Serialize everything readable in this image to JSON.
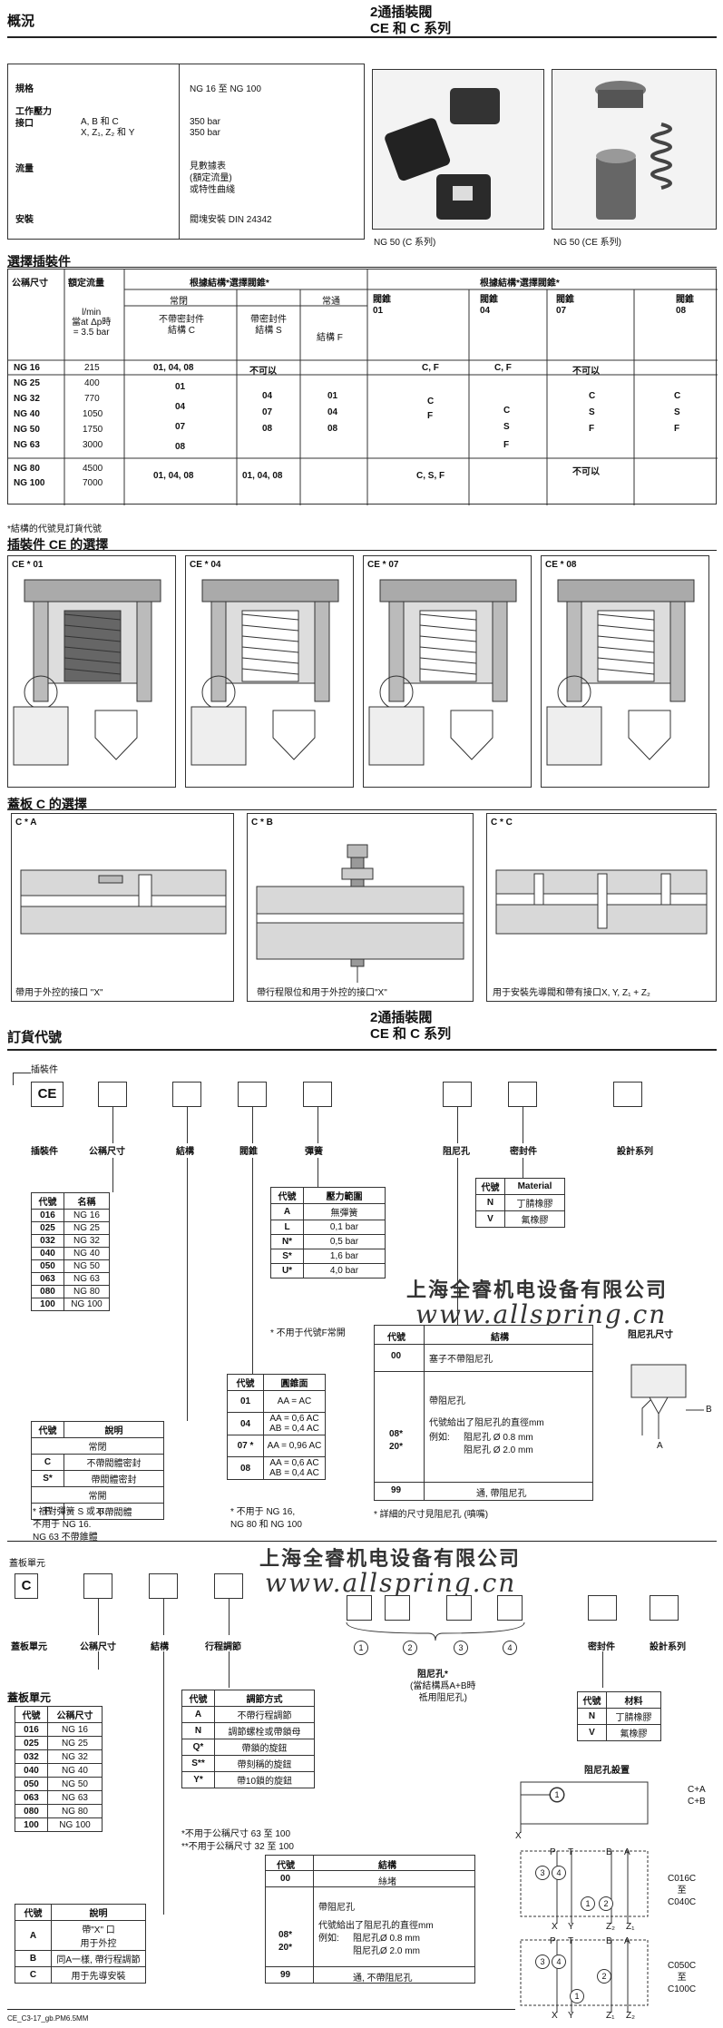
{
  "header": {
    "left": "概況",
    "right1": "2通插裝閥",
    "right2": "CE 和 C 系列"
  },
  "specs": {
    "rows": [
      {
        "label": "規格",
        "value": "NG 16 至 NG 100"
      },
      {
        "label": "工作壓力\n接口",
        "sub": "A, B 和 C\nX, Z₁, Z₂ 和 Y",
        "value": "350 bar\n350 bar"
      },
      {
        "label": "流量",
        "value": "見數據表\n(額定流量)\n或特性曲綫"
      },
      {
        "label": "安裝",
        "value": "閥塊安裝 DIN 24342"
      }
    ]
  },
  "photos": {
    "left": "NG 50 (C 系列)",
    "right": "NG 50 (CE 系列)"
  },
  "select_insert": {
    "title": "選擇插裝件",
    "h_size": "公稱尺寸",
    "h_flow": "額定流量",
    "h_flow_unit": "l/min\n當at Δp時\n= 3.5 bar",
    "h_pilot": "根據結構*選擇閥錐*",
    "h_pilot2": "根據結構*選擇閥錐*",
    "h_nc": "常閉",
    "h_no": "常通",
    "h_c": "不帶密封件\n結構 C",
    "h_s": "帶密封件\n結構 S",
    "h_f": "結構 F",
    "h_01": "閥錐\n01",
    "h_04": "閥錐\n04",
    "h_07": "閥錐\n07",
    "h_08": "閥錐\n08",
    "ng16": {
      "size": "NG 16",
      "flow": "215",
      "c": "01, 04, 08",
      "s": "不可以",
      "v01": "C, F",
      "v04": "C, F",
      "v07": "不可以"
    },
    "sizes": [
      "NG 25",
      "NG 32",
      "NG 40",
      "NG 50",
      "NG 63"
    ],
    "flows": [
      "400",
      "770",
      "1050",
      "1750",
      "3000"
    ],
    "c_col": [
      "01",
      "04",
      "07",
      "08"
    ],
    "s_col": [
      "04",
      "07",
      "08"
    ],
    "f_col": [
      "01",
      "04",
      "08"
    ],
    "v01": [
      "C",
      "F"
    ],
    "v04": [
      "C",
      "S",
      "F"
    ],
    "v07": [
      "C",
      "S",
      "F"
    ],
    "v08": [
      "C",
      "S",
      "F"
    ],
    "big_sizes": [
      "NG 80",
      "NG 100"
    ],
    "big_flows": [
      "4500",
      "7000"
    ],
    "big_c": "01, 04, 08",
    "big_s": "01, 04, 08",
    "big_v": "C, S, F",
    "big_v07": "不可以",
    "footnote": "*結構的代號見訂貨代號"
  },
  "ce_select": {
    "title": "插裝件 CE 的選擇",
    "items": [
      "CE * 01",
      "CE * 04",
      "CE * 07",
      "CE * 08"
    ]
  },
  "c_select": {
    "title": "蓋板 C 的選擇",
    "items": [
      {
        "code": "C * A",
        "caption": "帶用于外控的接口 \"X\""
      },
      {
        "code": "C * B",
        "caption": "帶行程限位和用于外控的接口\"X\""
      },
      {
        "code": "C * C",
        "caption": "用于安裝先導閥和帶有接口X, Y, Z₁ + Z₂"
      }
    ]
  },
  "header2": {
    "right1": "2通插裝閥",
    "right2": "CE 和 C 系列"
  },
  "order": {
    "title": "訂貨代號",
    "insert_label": "插裝件",
    "ce": "CE",
    "col_labels": [
      "插裝件",
      "公稱尺寸",
      "結構",
      "閥錐",
      "彈簧",
      "阻尼孔",
      "密封件",
      "設計系列"
    ],
    "size_table": {
      "h1": "代號",
      "h2": "名稱",
      "rows": [
        [
          "016",
          "NG 16"
        ],
        [
          "025",
          "NG 25"
        ],
        [
          "032",
          "NG 32"
        ],
        [
          "040",
          "NG 40"
        ],
        [
          "050",
          "NG 50"
        ],
        [
          "063",
          "NG 63"
        ],
        [
          "080",
          "NG 80"
        ],
        [
          "100",
          "NG 100"
        ]
      ]
    },
    "spring": {
      "h1": "代號",
      "h2": "壓力範圍",
      "rows": [
        [
          "A",
          "無彈簧"
        ],
        [
          "L",
          "0,1 bar"
        ],
        [
          "N*",
          "0,5 bar"
        ],
        [
          "S*",
          "1,6 bar"
        ],
        [
          "U*",
          "4,0 bar"
        ]
      ],
      "note": "* 不用于代號F常開"
    },
    "seal": {
      "h1": "代號",
      "h2": "Material",
      "rows": [
        [
          "N",
          "丁腈橡膠"
        ],
        [
          "V",
          "氟橡膠"
        ]
      ]
    },
    "struct": {
      "h1": "代號",
      "h2": "說明",
      "nc": "常閉",
      "rows": [
        [
          "C",
          "不帶閥體密封"
        ],
        [
          "S*",
          "帶閥體密封"
        ]
      ],
      "no": "常開",
      "rowf": [
        "F",
        "不帶閥體"
      ],
      "note": "* 祗對彈簧 S 或 U.\n不用于 NG 16.\nNG 63 不帶錐體"
    },
    "cone": {
      "h1": "代號",
      "h2": "圓錐面",
      "rows": [
        [
          "01",
          "A_A = A_C"
        ],
        [
          "04",
          "A_A = 0,6 A_C\nA_B = 0,4 A_C"
        ],
        [
          "07 *",
          "A_A = 0,96 A_C"
        ],
        [
          "08",
          "A_A = 0,6 A_C\nA_B = 0,4 A_C"
        ]
      ],
      "note": "* 不用于 NG 16,\nNG 80 和 NG 100"
    },
    "orifice": {
      "h1": "代號",
      "h2": "結構",
      "r00a": "00",
      "r00b": "塞子不帶阻尼孔",
      "mid": "帶阻尼孔",
      "desc": "代號給出了阻尼孔的直徑mm",
      "ex": "例如:",
      "c08": "08*",
      "c20": "20*",
      "d08": "阻尼孔 Ø 0.8 mm",
      "d20": "阻尼孔 Ø 2.0 mm",
      "c99": "99",
      "d99": "通, 帶阻尼孔",
      "note": "* 詳細的尺寸見阻尼孔 (噴嘴)"
    },
    "orifice_size": "阻尼孔尺寸",
    "ab_a": "A",
    "ab_b": "B"
  },
  "watermark": {
    "line1": "上海全睿机电设备有限公司",
    "line2": "www.allspring.cn"
  },
  "cover": {
    "label": "蓋板單元",
    "c": "C",
    "col_labels": [
      "蓋板單元",
      "公稱尺寸",
      "結構",
      "行程調節",
      "密封件",
      "設計系列"
    ],
    "circles": [
      "1",
      "2",
      "3",
      "4"
    ],
    "orifice_label": "阻尼孔*",
    "orifice_note": "(當結構爲A+B時\n祗用阻尼孔)",
    "size_title": "蓋板單元",
    "size_table": {
      "h1": "代號",
      "h2": "公稱尺寸",
      "rows": [
        [
          "016",
          "NG 16"
        ],
        [
          "025",
          "NG 25"
        ],
        [
          "032",
          "NG 32"
        ],
        [
          "040",
          "NG 40"
        ],
        [
          "050",
          "NG 50"
        ],
        [
          "063",
          "NG 63"
        ],
        [
          "080",
          "NG 80"
        ],
        [
          "100",
          "NG 100"
        ]
      ]
    },
    "stroke": {
      "h1": "代號",
      "h2": "調節方式",
      "rows": [
        [
          "A",
          "不帶行程調節"
        ],
        [
          "N",
          "調節螺栓或帶鎖母"
        ],
        [
          "Q*",
          "帶鎖的旋鈕"
        ],
        [
          "S**",
          "帶刻稱的旋鈕"
        ],
        [
          "Y*",
          "帶10鎖的旋鈕"
        ]
      ],
      "note1": "*不用于公稱尺寸 63 至 100",
      "note2": "**不用于公稱尺寸 32 至 100"
    },
    "seal": {
      "h1": "代號",
      "h2": "材料",
      "rows": [
        [
          "N",
          "丁腈橡膠"
        ],
        [
          "V",
          "氟橡膠"
        ]
      ]
    },
    "struct": {
      "h1": "代號",
      "h2": "說明",
      "rows": [
        [
          "A",
          "帶\"X\" 口\n用于外控"
        ],
        [
          "B",
          "同A一樣, 帶行程調節"
        ],
        [
          "C",
          "用于先導安裝"
        ]
      ]
    },
    "orifice": {
      "h1": "代號",
      "h2": "結構",
      "r00a": "00",
      "r00b": "絲堵",
      "mid": "帶阻尼孔",
      "desc": "代號給出了阻尼孔的直徑mm",
      "ex": "例如:",
      "c08": "08*",
      "c20": "20*",
      "d08": "阻尼孔Ø 0.8 mm",
      "d20": "阻尼孔Ø 2.0 mm",
      "c99": "99",
      "d99": "通, 不帶阻尼孔"
    },
    "placement": {
      "title": "阻尼孔設置",
      "l1": "C+A\nC+B",
      "l2": "C016C\n至\nC040C",
      "l3": "C050C\n至\nC100C",
      "x": "X",
      "p": "P",
      "t": "T",
      "b": "B",
      "a": "A",
      "y": "Y",
      "z2": "Z₂",
      "z1": "Z₁"
    }
  },
  "footer": "CE_C3-17_gb.PM6.5MM"
}
